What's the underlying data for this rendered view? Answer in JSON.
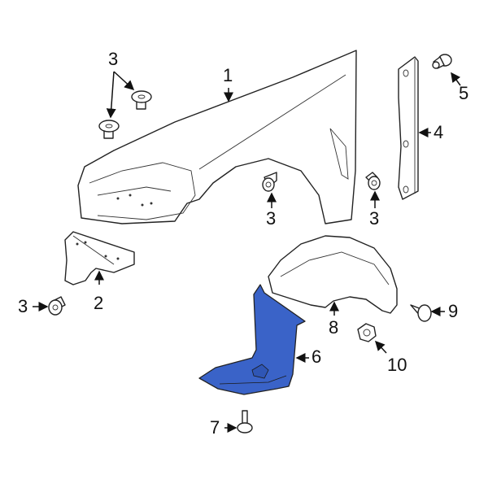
{
  "diagram": {
    "type": "exploded parts diagram",
    "highlight_color": "#3a63c8",
    "line_color": "#222222",
    "background": "#ffffff",
    "callouts": [
      {
        "id": "c1",
        "number": "1",
        "part": "fender"
      },
      {
        "id": "c2",
        "number": "2",
        "part": "bracket"
      },
      {
        "id": "c3a",
        "number": "3",
        "part": "clip (upper-left pair)"
      },
      {
        "id": "c3b",
        "number": "3",
        "part": "clip (center)"
      },
      {
        "id": "c3c",
        "number": "3",
        "part": "clip (right)"
      },
      {
        "id": "c3d",
        "number": "3",
        "part": "clip (lower-left)"
      },
      {
        "id": "c4",
        "number": "4",
        "part": "support bracket"
      },
      {
        "id": "c5",
        "number": "5",
        "part": "clip"
      },
      {
        "id": "c6",
        "number": "6",
        "part": "splash shield (highlighted)"
      },
      {
        "id": "c7",
        "number": "7",
        "part": "screw"
      },
      {
        "id": "c8",
        "number": "8",
        "part": "fender liner"
      },
      {
        "id": "c9",
        "number": "9",
        "part": "screw"
      },
      {
        "id": "c10",
        "number": "10",
        "part": "nut"
      }
    ]
  }
}
